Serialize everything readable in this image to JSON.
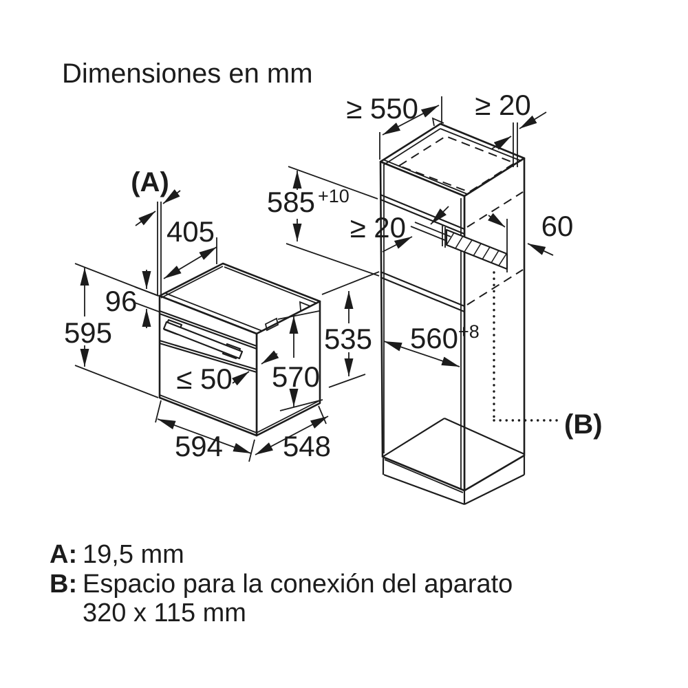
{
  "title": "Dimensiones en mm",
  "colors": {
    "ink": "#1c1c1c",
    "background": "#ffffff"
  },
  "oven": {
    "callout_a": "(A)",
    "dim_top_depth": "405",
    "dim_panel_height": "96",
    "dim_front_height": "595",
    "dim_handle_clearance": "≤ 50",
    "dim_body_height": "570",
    "dim_front_width": "594",
    "dim_body_depth": "548"
  },
  "cabinet": {
    "callout_b": "(B)",
    "dim_min_depth": "≥ 550",
    "dim_top_rear_gap": "≥ 20",
    "dim_niche_height": "585",
    "dim_niche_height_tolerance": "+10",
    "dim_mid_rear_gap": "≥ 20",
    "dim_vent_width": "60",
    "dim_niche_depth": "560",
    "dim_niche_depth_tolerance": "+8",
    "dim_lower_niche_height": "535"
  },
  "legend": {
    "a_key": "A:",
    "a_value": "19,5 mm",
    "b_key": "B:",
    "b_value_line1": "Espacio para la conexión del aparato",
    "b_value_line2": "320 x 115 mm"
  }
}
